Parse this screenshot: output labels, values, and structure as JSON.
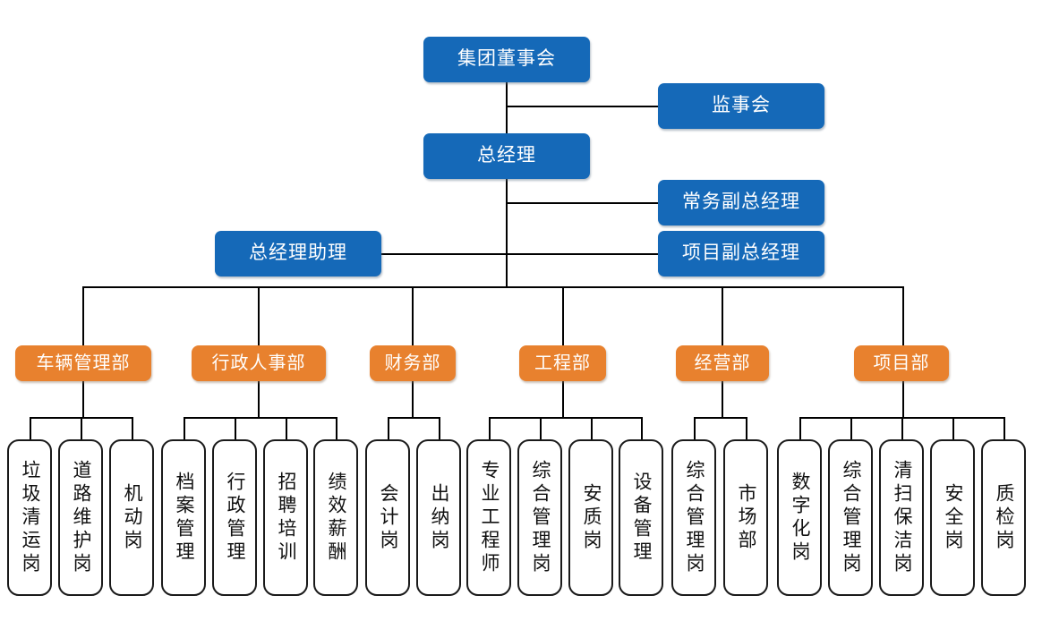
{
  "chart": {
    "title_node": "集团董事会",
    "colors": {
      "blue": "#1569B8",
      "orange": "#E8812E",
      "line": "#000000",
      "leaf_border": "#1a1a1a",
      "background": "#ffffff"
    },
    "executive_nodes": [
      {
        "id": "board",
        "label": "集团董事会"
      },
      {
        "id": "supervisory",
        "label": "监事会"
      },
      {
        "id": "gm",
        "label": "总经理"
      },
      {
        "id": "exec-deputy-gm",
        "label": "常务副总经理"
      },
      {
        "id": "assistant-gm",
        "label": "总经理助理"
      },
      {
        "id": "project-deputy-gm",
        "label": "项目副总经理"
      }
    ],
    "departments": [
      {
        "id": "vehicle",
        "label": "车辆管理部",
        "positions": [
          "垃圾清运岗",
          "道路维护岗",
          "机动岗"
        ]
      },
      {
        "id": "admin-hr",
        "label": "行政人事部",
        "positions": [
          "档案管理",
          "行政管理",
          "招聘培训",
          "绩效薪酬"
        ]
      },
      {
        "id": "finance",
        "label": "财务部",
        "positions": [
          "会计岗",
          "出纳岗"
        ]
      },
      {
        "id": "engineering",
        "label": "工程部",
        "positions": [
          "专业工程师",
          "综合管理岗",
          "安质岗",
          "设备管理"
        ]
      },
      {
        "id": "operations",
        "label": "经营部",
        "positions": [
          "综合管理岗",
          "市场部"
        ]
      },
      {
        "id": "project",
        "label": "项目部",
        "positions": [
          "数字化岗",
          "综合管理岗",
          "清扫保洁岗",
          "安全岗",
          "质检岗"
        ]
      }
    ],
    "leaf_labels_in_order": [
      "垃圾清运岗",
      "道路维护岗",
      "机动岗",
      "档案管理",
      "行政管理",
      "招聘培训",
      "绩效薪酬",
      "会计岗",
      "出纳岗",
      "专业工程师",
      "综合管理岗",
      "安质岗",
      "设备管理",
      "综合管理岗",
      "市场部",
      "数字化岗",
      "综合管理岗",
      "清扫保洁岗",
      "安全岗",
      "质检岗"
    ]
  }
}
